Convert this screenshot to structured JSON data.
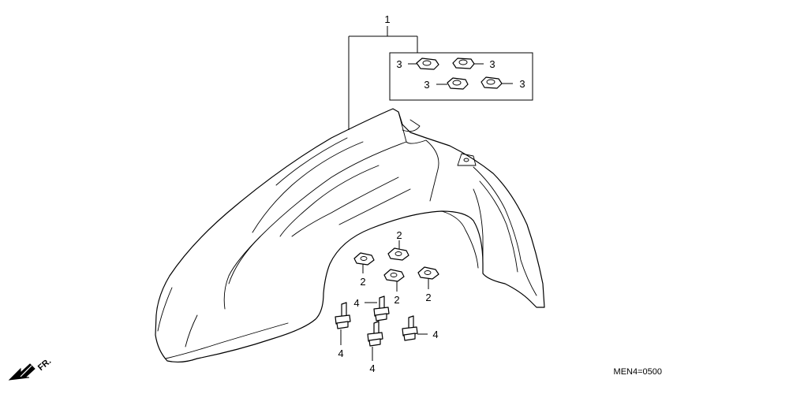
{
  "diagram": {
    "drawing_code": "MEN4=0500",
    "direction_label": "FR.",
    "callouts": {
      "fender_assy": "1",
      "washer_top_left": "3",
      "washer_top_right": "3",
      "washer_bottom_left": "3",
      "washer_bottom_right": "3",
      "collar_a": "2",
      "collar_b": "2",
      "collar_c": "2",
      "collar_d": "2",
      "bolt_a": "4",
      "bolt_b": "4",
      "bolt_c": "4",
      "bolt_d": "4"
    }
  }
}
